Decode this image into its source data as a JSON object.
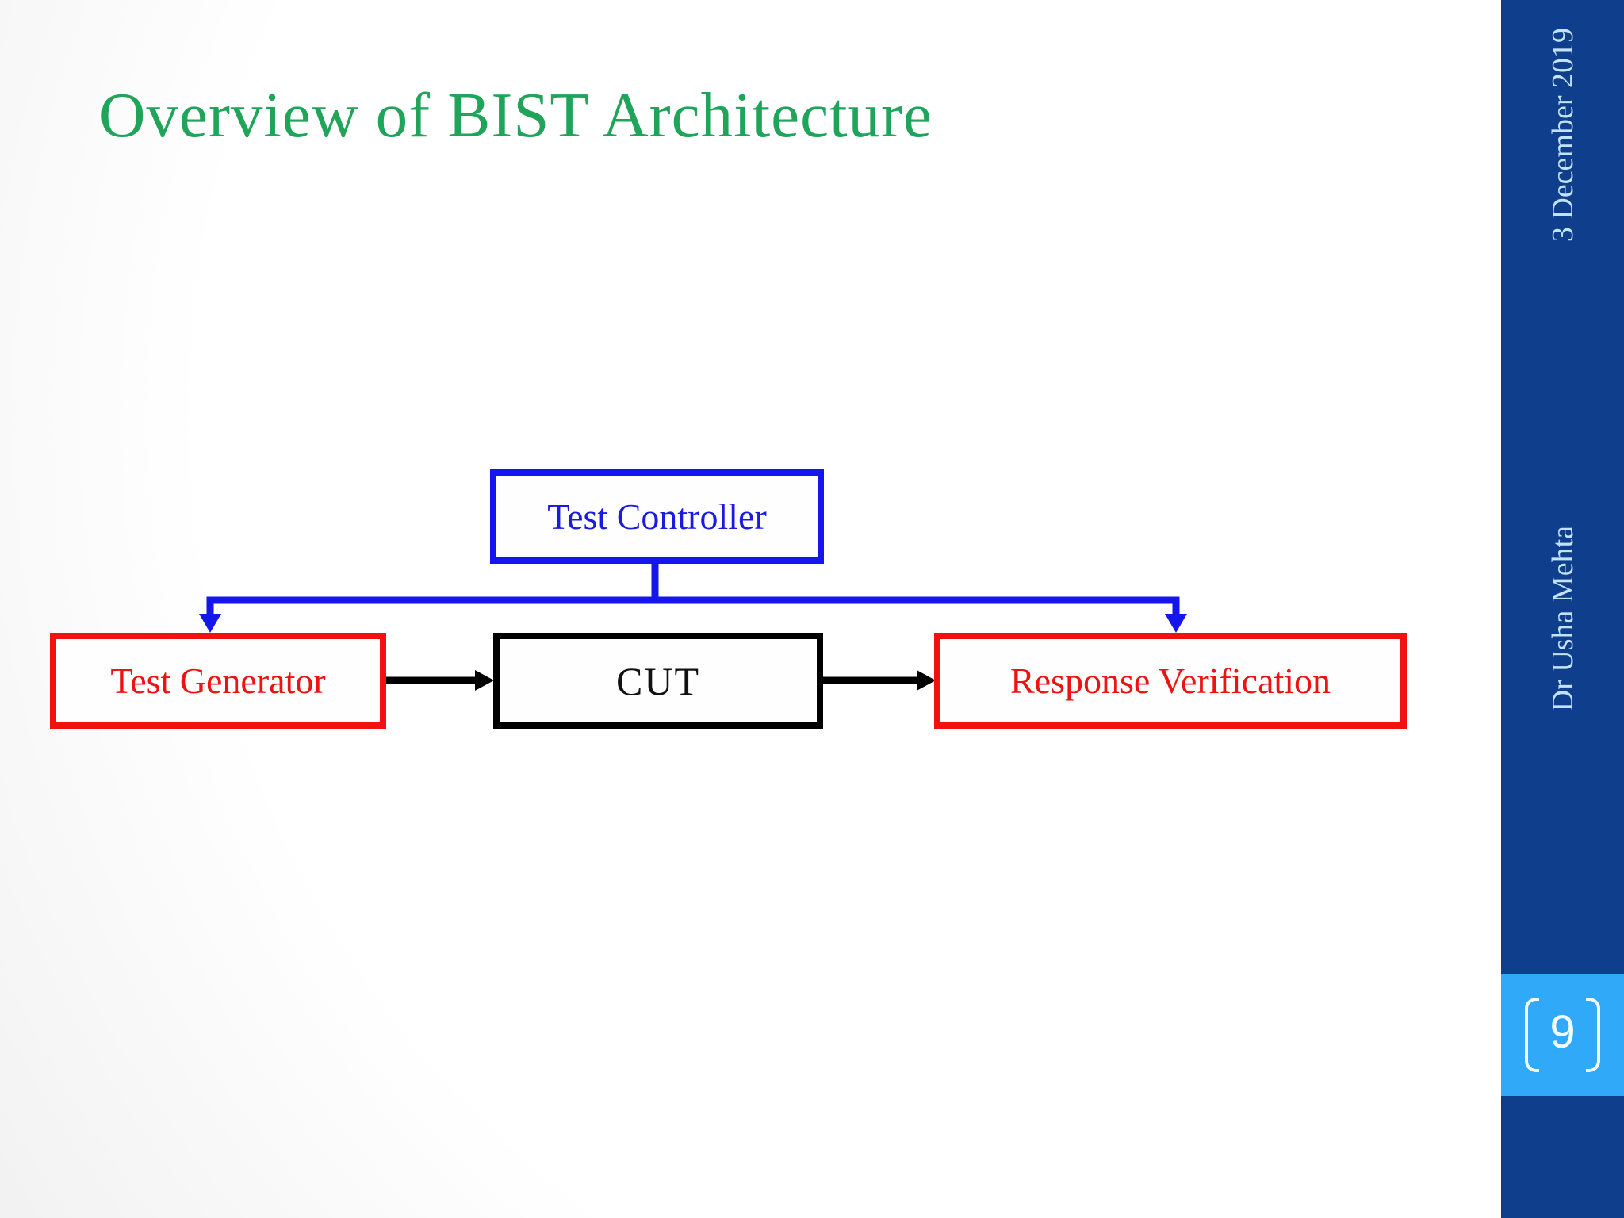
{
  "slide": {
    "title": "Overview of BIST Architecture",
    "title_color": "#1fa45a"
  },
  "diagram": {
    "nodes": [
      {
        "id": "test-controller",
        "label": "Test Controller",
        "color": "#1515ee"
      },
      {
        "id": "test-generator",
        "label": "Test Generator",
        "color": "#f01111"
      },
      {
        "id": "cut",
        "label": "CUT",
        "color": "#000000"
      },
      {
        "id": "response-verification",
        "label": "Response Verification",
        "color": "#f01111"
      }
    ],
    "connections": [
      {
        "from": "test-controller",
        "to": "test-generator",
        "color": "#1515ee"
      },
      {
        "from": "test-controller",
        "to": "response-verification",
        "color": "#1515ee"
      },
      {
        "from": "test-generator",
        "to": "cut",
        "color": "#000000"
      },
      {
        "from": "cut",
        "to": "response-verification",
        "color": "#000000"
      }
    ]
  },
  "sidebar": {
    "date": "3 December 2019",
    "author": "Dr Usha Mehta",
    "page_number": "9",
    "bg_color": "#0e3e8c",
    "badge_color": "#2fa9f8"
  }
}
